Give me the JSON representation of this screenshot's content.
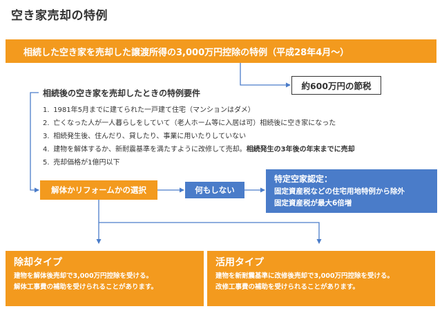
{
  "title": "空き家売却の特例",
  "banner": "相続した空き家を売却した譲渡所得の3,000万円控除の特例（平成28年4月〜）",
  "savings": "約600万円の節税",
  "requirements": {
    "title": "相続後の空き家を売却したときの特例要件",
    "items": [
      {
        "num": "1.",
        "text": "1981年5月までに建てられた一戸建て住宅（マンションはダメ）",
        "bold": ""
      },
      {
        "num": "2.",
        "text": "亡くなった人が一人暮らしをしていて（老人ホーム等に入居は可）相続後に空き家になった",
        "bold": ""
      },
      {
        "num": "3.",
        "text": "相続発生後、住んだり、貸したり、事業に用いたりしていない",
        "bold": ""
      },
      {
        "num": "4.",
        "text": "建物を解体するか、新耐震基準を満たすように改修して売却。",
        "bold": "相続発生の3年後の年末までに売却"
      },
      {
        "num": "5.",
        "text": "売却価格が1億円以下",
        "bold": ""
      }
    ]
  },
  "choice": "解体かリフォームかの選択",
  "nothing": "何もしない",
  "vacant": {
    "title": "特定空家認定：",
    "line1": "固定資産税などの住宅用地特例から除外",
    "line2": "固定資産税が最大6倍増"
  },
  "demolish": {
    "title": "除却タイプ",
    "line1": "建物を解体後売却で3,000万円控除を受ける。",
    "line2": "解体工事費の補助を受けられることがあります。"
  },
  "utilize": {
    "title": "活用タイプ",
    "line1": "建物を新耐震基準に改修後売却で3,000万円控除を受ける。",
    "line2": "改修工事費の補助を受けられることがあります。"
  },
  "colors": {
    "orange": "#f39a1e",
    "blue": "#4a7cc9",
    "connector": "#4a7cc9"
  }
}
